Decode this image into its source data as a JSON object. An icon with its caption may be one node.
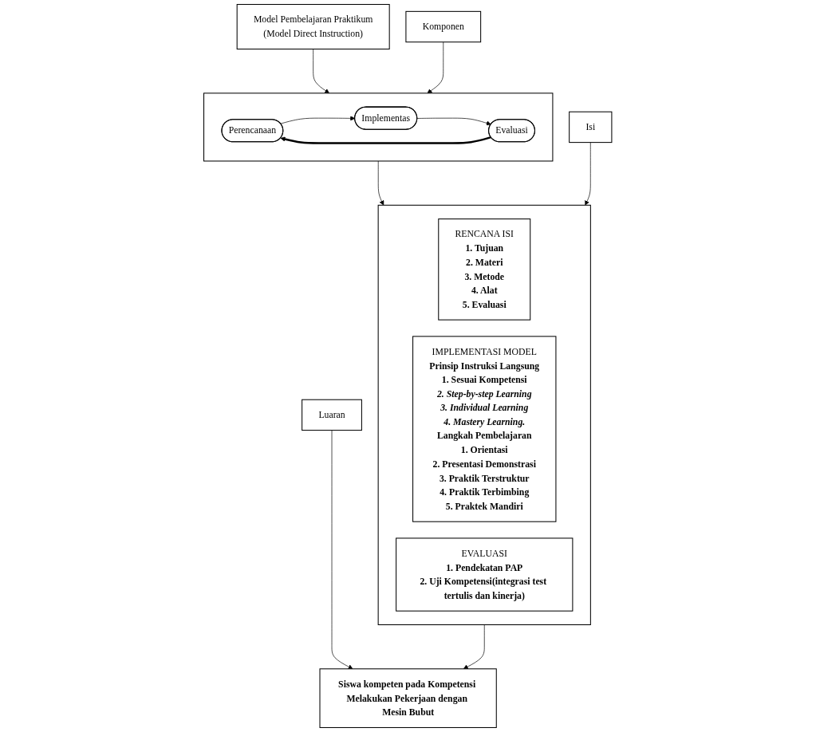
{
  "diagram": {
    "nodes": [
      {
        "text": [
          "Model Pembelajaran Praktikum",
          "(Model Direct Instruction)"
        ]
      },
      {
        "text": [
          "Komponen"
        ]
      },
      {
        "text": [],
        "shape": "box"
      },
      {
        "text": [
          "Perencanaan"
        ],
        "in": 2
      },
      {
        "text": [
          "Implementas"
        ],
        "in": 2
      },
      {
        "text": [
          "Evaluasi"
        ],
        "in": 2
      },
      {
        "text": [
          "Isi"
        ]
      },
      {
        "text": [],
        "shape": "box"
      },
      {
        "text": [
          "RENCANA ISI",
          "1. Tujuan",
          "2. Materi",
          "3. Metode",
          "4. Alat",
          "5. Evaluasi"
        ],
        "in": 7
      },
      {
        "text": [
          "IMPLEMENTASI MODEL",
          "Prinsip Instruksi Langsung",
          "1. Sesuai Kompetensi",
          "2. Step-by-step Learning",
          "3. Individual Learning",
          "4. Mastery Learning.",
          "Langkah Pembelajaran",
          "1. Orientasi",
          "2. Presentasi Demonstrasi",
          "3. Praktik Terstruktur",
          "4. Praktik Terbimbing",
          "5. Praktek Mandiri"
        ],
        "in": 7
      },
      {
        "text": [
          "EVALUASI",
          "1. Pendekatan PAP",
          "2. Uji Kompetensi(integrasi test tertulis dan kinerja)"
        ],
        "in": 7
      },
      {
        "text": [
          "Luaran"
        ]
      },
      {
        "text": [
          "Siswa kompeten pada Kompetensi Melakukan Pekerjaan dengan Mesin Bubut"
        ]
      }
    ],
    "edges": [
      {
        "from": 0,
        "to": 2,
        "arrow": "to"
      },
      {
        "from": 1,
        "to": 2,
        "arrow": "to"
      },
      {
        "from": 3,
        "to": 4,
        "arrow": "to"
      },
      {
        "from": 4,
        "to": 5,
        "arrow": "to"
      },
      {
        "from": 5,
        "to": 3,
        "arrow": "to",
        "style": "thick"
      },
      {
        "from": 2,
        "to": 7,
        "arrow": "to"
      },
      {
        "from": 6,
        "to": 7,
        "arrow": "to"
      },
      {
        "from": 7,
        "to": 12,
        "arrow": "to"
      },
      {
        "from": 11,
        "to": 12,
        "arrow": "to"
      }
    ]
  }
}
